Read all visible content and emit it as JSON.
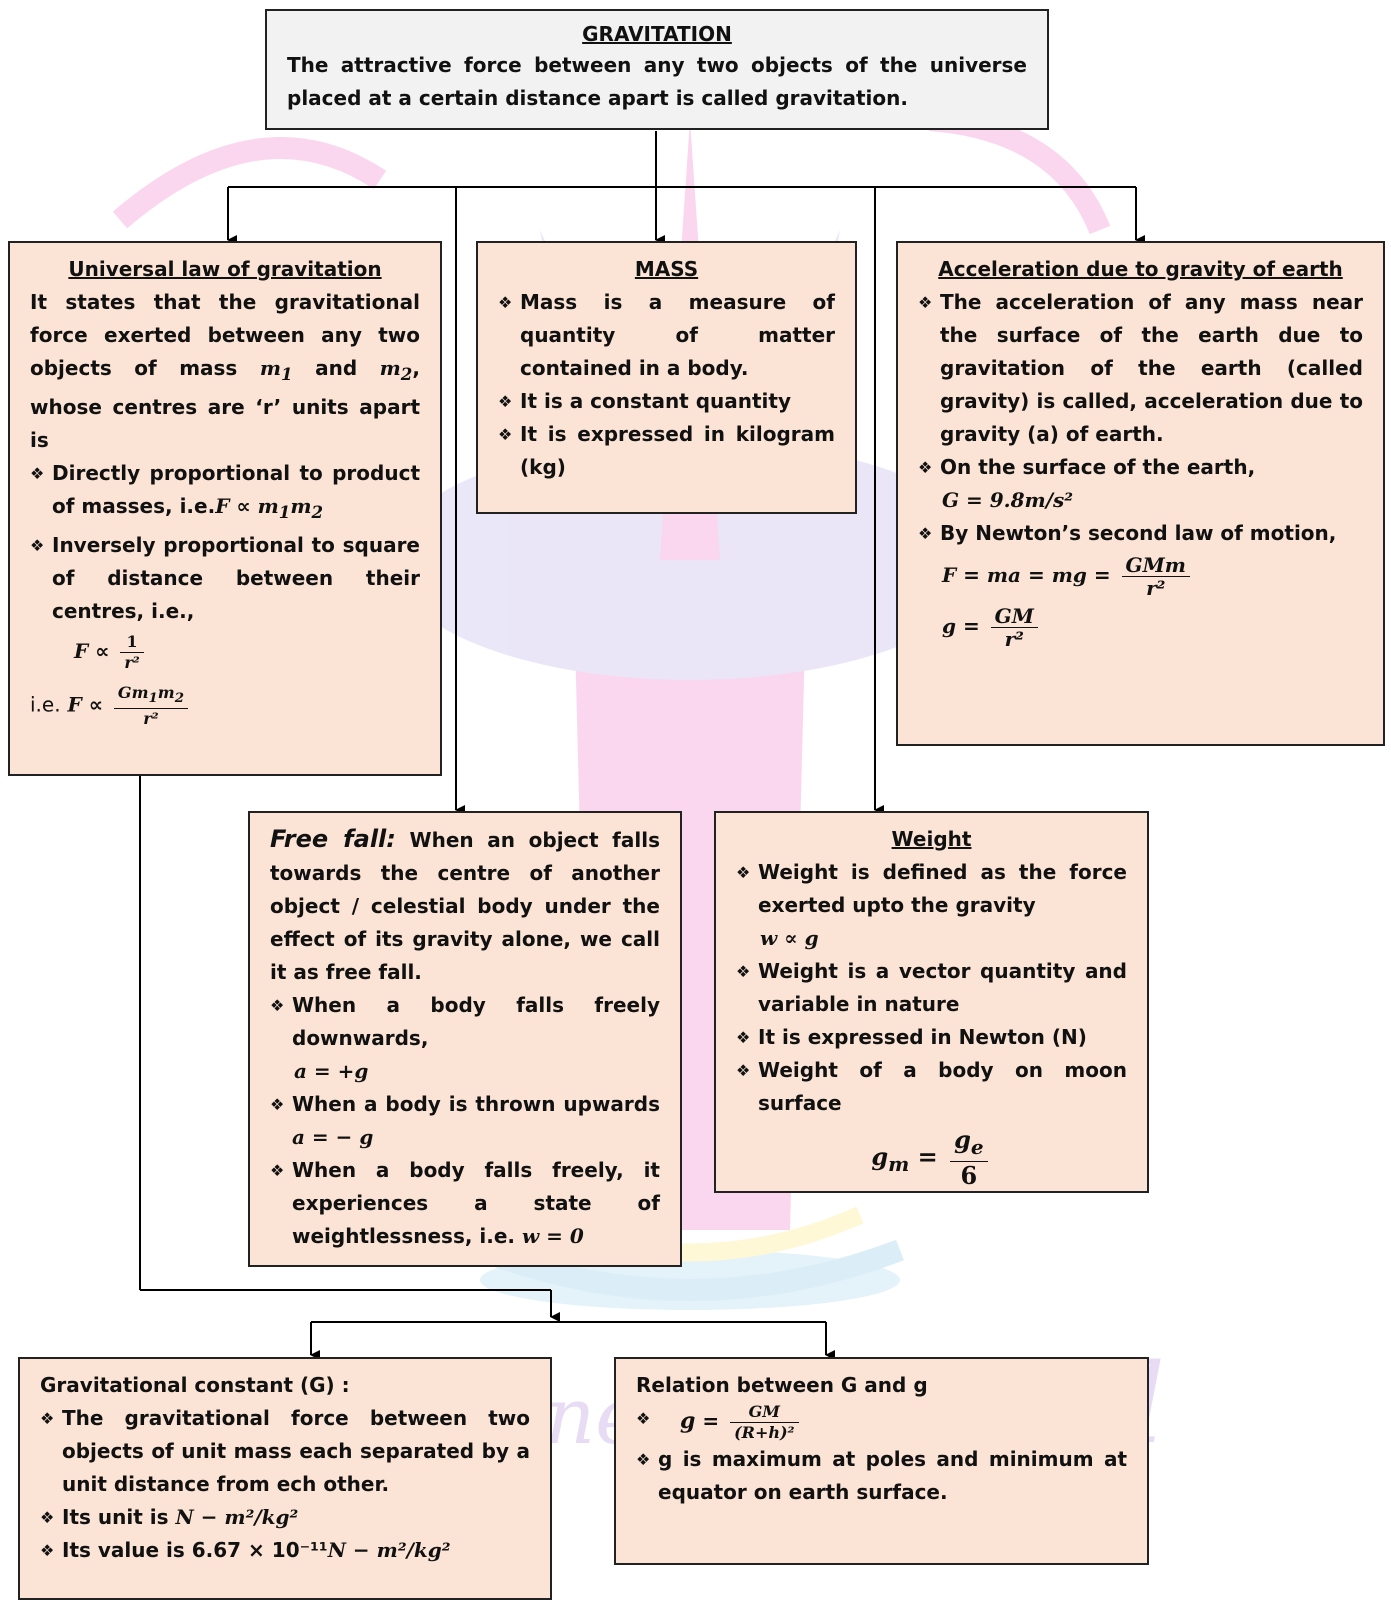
{
  "watermark": {
    "text": "ne",
    "text2": "l"
  },
  "top": {
    "title": "GRAVITATION",
    "text": "The attractive force between any two objects of the universe placed at a certain distance apart is called gravitation."
  },
  "universal": {
    "title": "Universal law of gravitation",
    "intro_1": "It states that the gravitational force exerted between any two objects of mass",
    "intro_and": "and",
    "intro_2": ", whose centres are ‘r’ units apart is",
    "item1": "Directly proportional to product of masses, i.e.",
    "item2": "Inversely proportional to square of distance between their centres, i.e.,",
    "ie": "i.e."
  },
  "mass": {
    "title": "MASS",
    "items": [
      "Mass is a measure of quantity of matter contained in a body.",
      "It is a constant quantity",
      "It is expressed in kilogram (kg)"
    ]
  },
  "accel": {
    "title": "Acceleration due to gravity of earth",
    "item1": "The acceleration of any mass near the surface of the earth due to gravitation of the earth (called gravity) is called, acceleration due to gravity (a) of earth.",
    "item2": "On the surface of the earth,",
    "item2_value": "G = 9.8m/s²",
    "item3": "By Newton’s second law of motion,"
  },
  "freefall": {
    "title": "Free fall:",
    "text": " When an object falls towards the centre of another object / celestial body under the effect of its gravity alone, we call it as free fall.",
    "item1": "When a body falls freely downwards,",
    "item1_eq": "a = +g",
    "item2": "When a body is thrown upwards",
    "item2_eq": "a = − g",
    "item3": "When a body falls freely, it experiences a state of weightlessness, i.e.",
    "item3_eq": "w = 0"
  },
  "weight": {
    "title": "Weight",
    "item1": "Weight is defined as the force exerted upto the gravity",
    "item1_eq": "w ∝ g",
    "item2": "Weight is a vector quantity and variable in nature",
    "item3": "It is expressed in Newton (N)",
    "item4": "Weight of a body on moon surface"
  },
  "gconst": {
    "title": "Gravitational constant (G) :",
    "item1": "The gravitational force between two objects of unit mass each separated by a unit distance from ech other.",
    "item2": "Its unit is",
    "item2_eq": "N − m²/kg²",
    "item3": "Its value is 6.67 × 10⁻¹¹",
    "item3_eq": "N − m²/kg²"
  },
  "relation": {
    "title": "Relation between G and g",
    "item2": "g is maximum at poles and minimum at equator on earth surface."
  },
  "colors": {
    "box_fill": "#fbe4d5",
    "title_fill": "#f2f2f2",
    "border": "#222222",
    "watermark_pink": "#f9c8ec",
    "watermark_purple": "#cfc6ee"
  }
}
